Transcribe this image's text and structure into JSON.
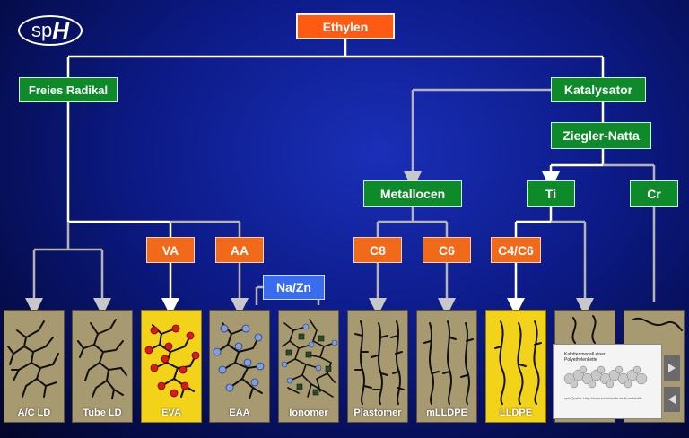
{
  "logo": {
    "text_sp": "sp",
    "text_h": "H"
  },
  "nodes": {
    "ethylen": "Ethylen",
    "freies_radikal": "Freies Radikal",
    "katalysator": "Katalysator",
    "ziegler_natta": "Ziegler-Natta",
    "metallocen": "Metallocen",
    "ti": "Ti",
    "cr": "Cr",
    "va": "VA",
    "aa": "AA",
    "na_zn": "Na/Zn",
    "c8": "C8",
    "c6": "C6",
    "c4c6": "C4/C6"
  },
  "products": [
    "A/C LD",
    "Tube LD",
    "EVA",
    "EAA",
    "Ionomer",
    "Plastomer",
    "mLLDPE",
    "LLDPE",
    "",
    ""
  ],
  "popup": {
    "title": "Kalottenmodell einer Polyethylenkette",
    "footer": "sph Quelle: http://www.kunststoffe.de/Kunststoffe"
  },
  "nav": {
    "next_icon": "play-right-icon",
    "prev_icon": "play-left-icon"
  },
  "colors": {
    "green": "#0f8a2a",
    "orange": "#f06a1a",
    "blue": "#3a6cf0",
    "yellow": "#f3d21a",
    "khaki": "#a79a70"
  }
}
